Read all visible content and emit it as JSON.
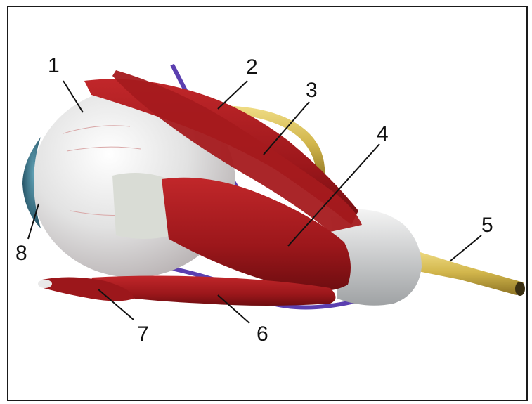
{
  "labels": {
    "l1": "1",
    "l2": "2",
    "l3": "3",
    "l4": "4",
    "l5": "5",
    "l6": "6",
    "l7": "7",
    "l8": "8"
  },
  "colors": {
    "muscle": "#a3191d",
    "muscle_dark": "#6e0d10",
    "sclera": "#e6e6e6",
    "cornea": "#2f6f86",
    "nerve": "#d2b64c",
    "vessel": "#5b3fb0",
    "tendon": "#d9dcd5",
    "frame": "#1a1a1a"
  }
}
